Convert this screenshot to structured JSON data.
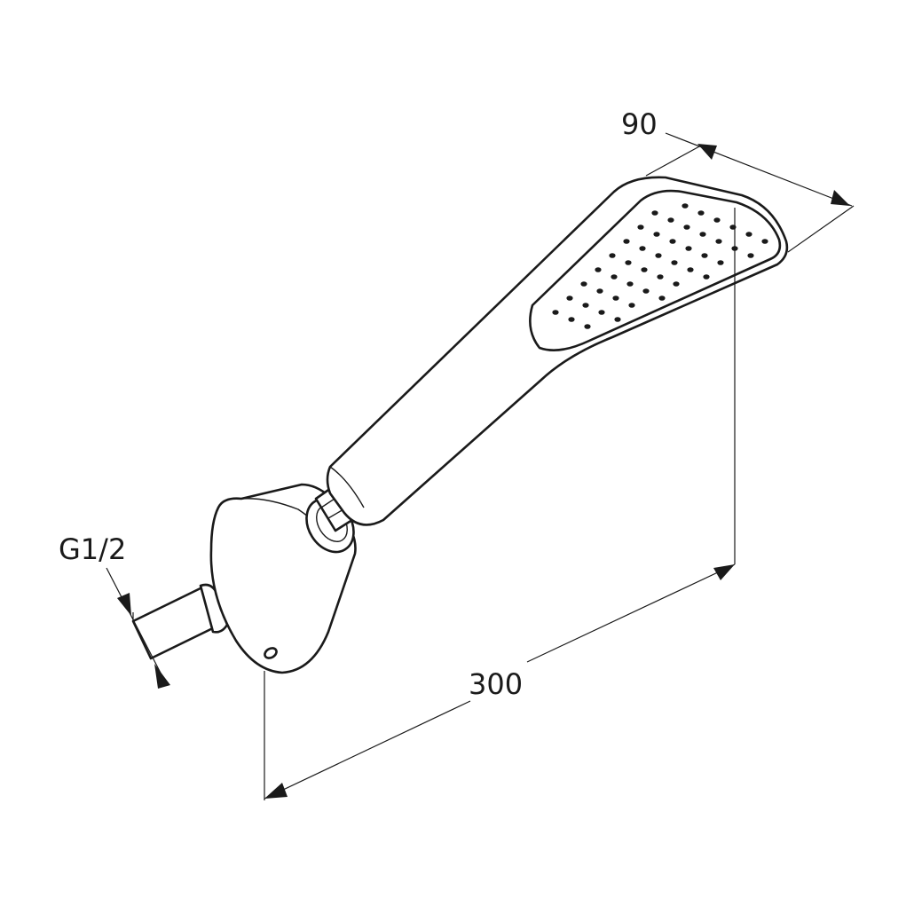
{
  "dimensions": {
    "width_label": "90",
    "length_label": "300",
    "thread_label": "G1/2"
  },
  "colors": {
    "line": "#1a1a1a",
    "background": "#ffffff"
  }
}
